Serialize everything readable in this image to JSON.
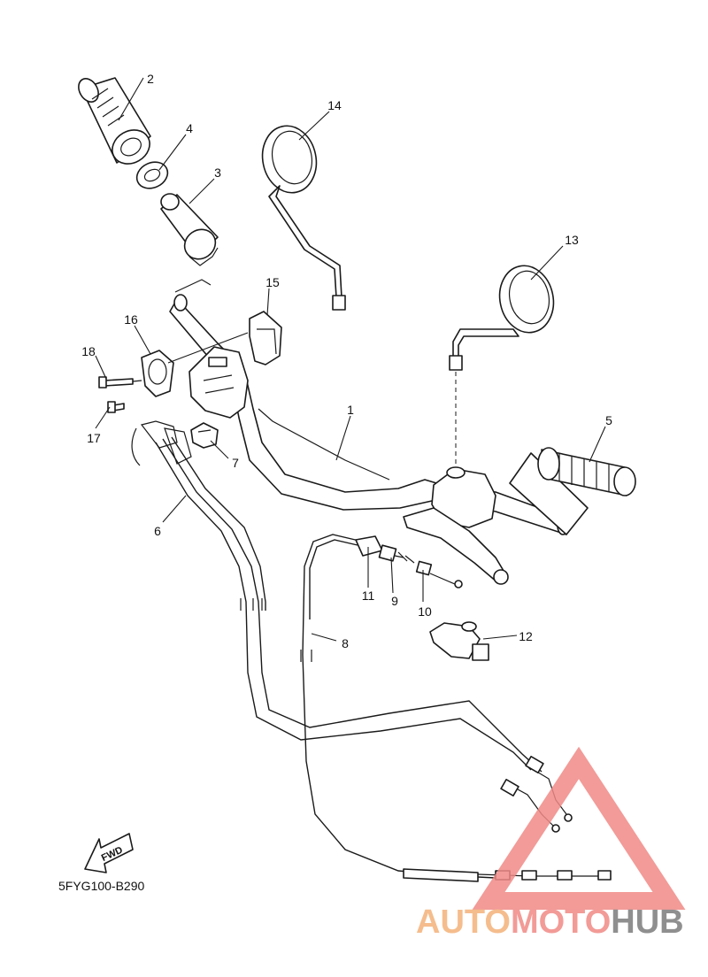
{
  "diagram": {
    "callouts": [
      "1",
      "2",
      "3",
      "4",
      "5",
      "6",
      "7",
      "8",
      "9",
      "10",
      "11",
      "12",
      "13",
      "14",
      "15",
      "16",
      "17",
      "18"
    ],
    "direction_label": "FWD",
    "part_code": "5FYG100-B290"
  },
  "watermark": {
    "text_part1": "AUTO",
    "text_part2": "MOTO",
    "text_part3": "HUB",
    "color_orange": "#f4b27a",
    "color_red": "#f08a86",
    "color_gray": "#7c7c7c"
  }
}
